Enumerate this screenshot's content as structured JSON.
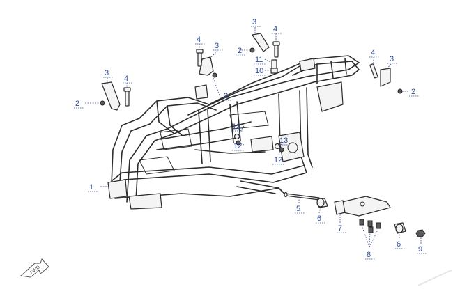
{
  "callouts": [
    {
      "id": "c1",
      "label": "1"
    },
    {
      "id": "c2a",
      "label": "2"
    },
    {
      "id": "c2b",
      "label": "2"
    },
    {
      "id": "c2c",
      "label": "2"
    },
    {
      "id": "c2d",
      "label": "2"
    },
    {
      "id": "c3a",
      "label": "3"
    },
    {
      "id": "c3b",
      "label": "3"
    },
    {
      "id": "c3c",
      "label": "3"
    },
    {
      "id": "c3d",
      "label": "3"
    },
    {
      "id": "c4a",
      "label": "4"
    },
    {
      "id": "c4b",
      "label": "4"
    },
    {
      "id": "c4c",
      "label": "4"
    },
    {
      "id": "c4d",
      "label": "4"
    },
    {
      "id": "c5",
      "label": "5"
    },
    {
      "id": "c6a",
      "label": "6"
    },
    {
      "id": "c6b",
      "label": "6"
    },
    {
      "id": "c7",
      "label": "7"
    },
    {
      "id": "c8",
      "label": "8"
    },
    {
      "id": "c9",
      "label": "9"
    },
    {
      "id": "c10",
      "label": "10"
    },
    {
      "id": "c11",
      "label": "11"
    },
    {
      "id": "c12a",
      "label": "12"
    },
    {
      "id": "c12b",
      "label": "12"
    },
    {
      "id": "c13a",
      "label": "13"
    },
    {
      "id": "c13b",
      "label": "13"
    }
  ],
  "direction_arrow": {
    "label": "FWD",
    "icon": "forward-direction-arrow-icon"
  },
  "colors": {
    "callout": "#2f4c9a",
    "lines": "#2b2b2b",
    "leaders": "#3d4f8a"
  }
}
